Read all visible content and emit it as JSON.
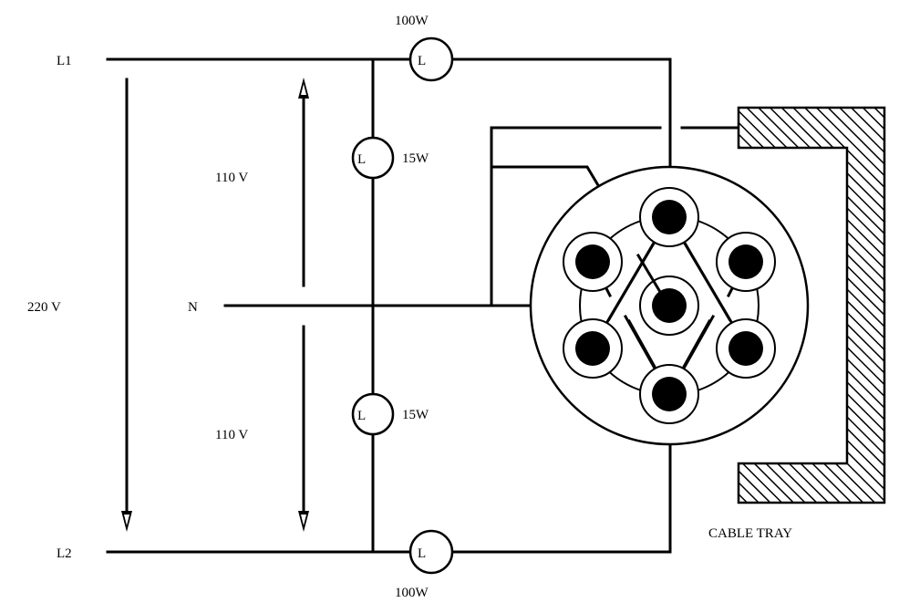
{
  "labels": {
    "l1": "L1",
    "l2": "L2",
    "n": "N",
    "v220": "220 V",
    "v110_top": "110 V",
    "v110_bottom": "110 V",
    "cable_tray": "CABLE TRAY"
  },
  "lamps": {
    "top": {
      "letter": "L",
      "power": "100W"
    },
    "upper_mid": {
      "letter": "L",
      "power": "15W"
    },
    "lower_mid": {
      "letter": "L",
      "power": "15W"
    },
    "bottom": {
      "letter": "L",
      "power": "100W"
    }
  },
  "colors": {
    "line": "#000000",
    "background": "#ffffff"
  }
}
